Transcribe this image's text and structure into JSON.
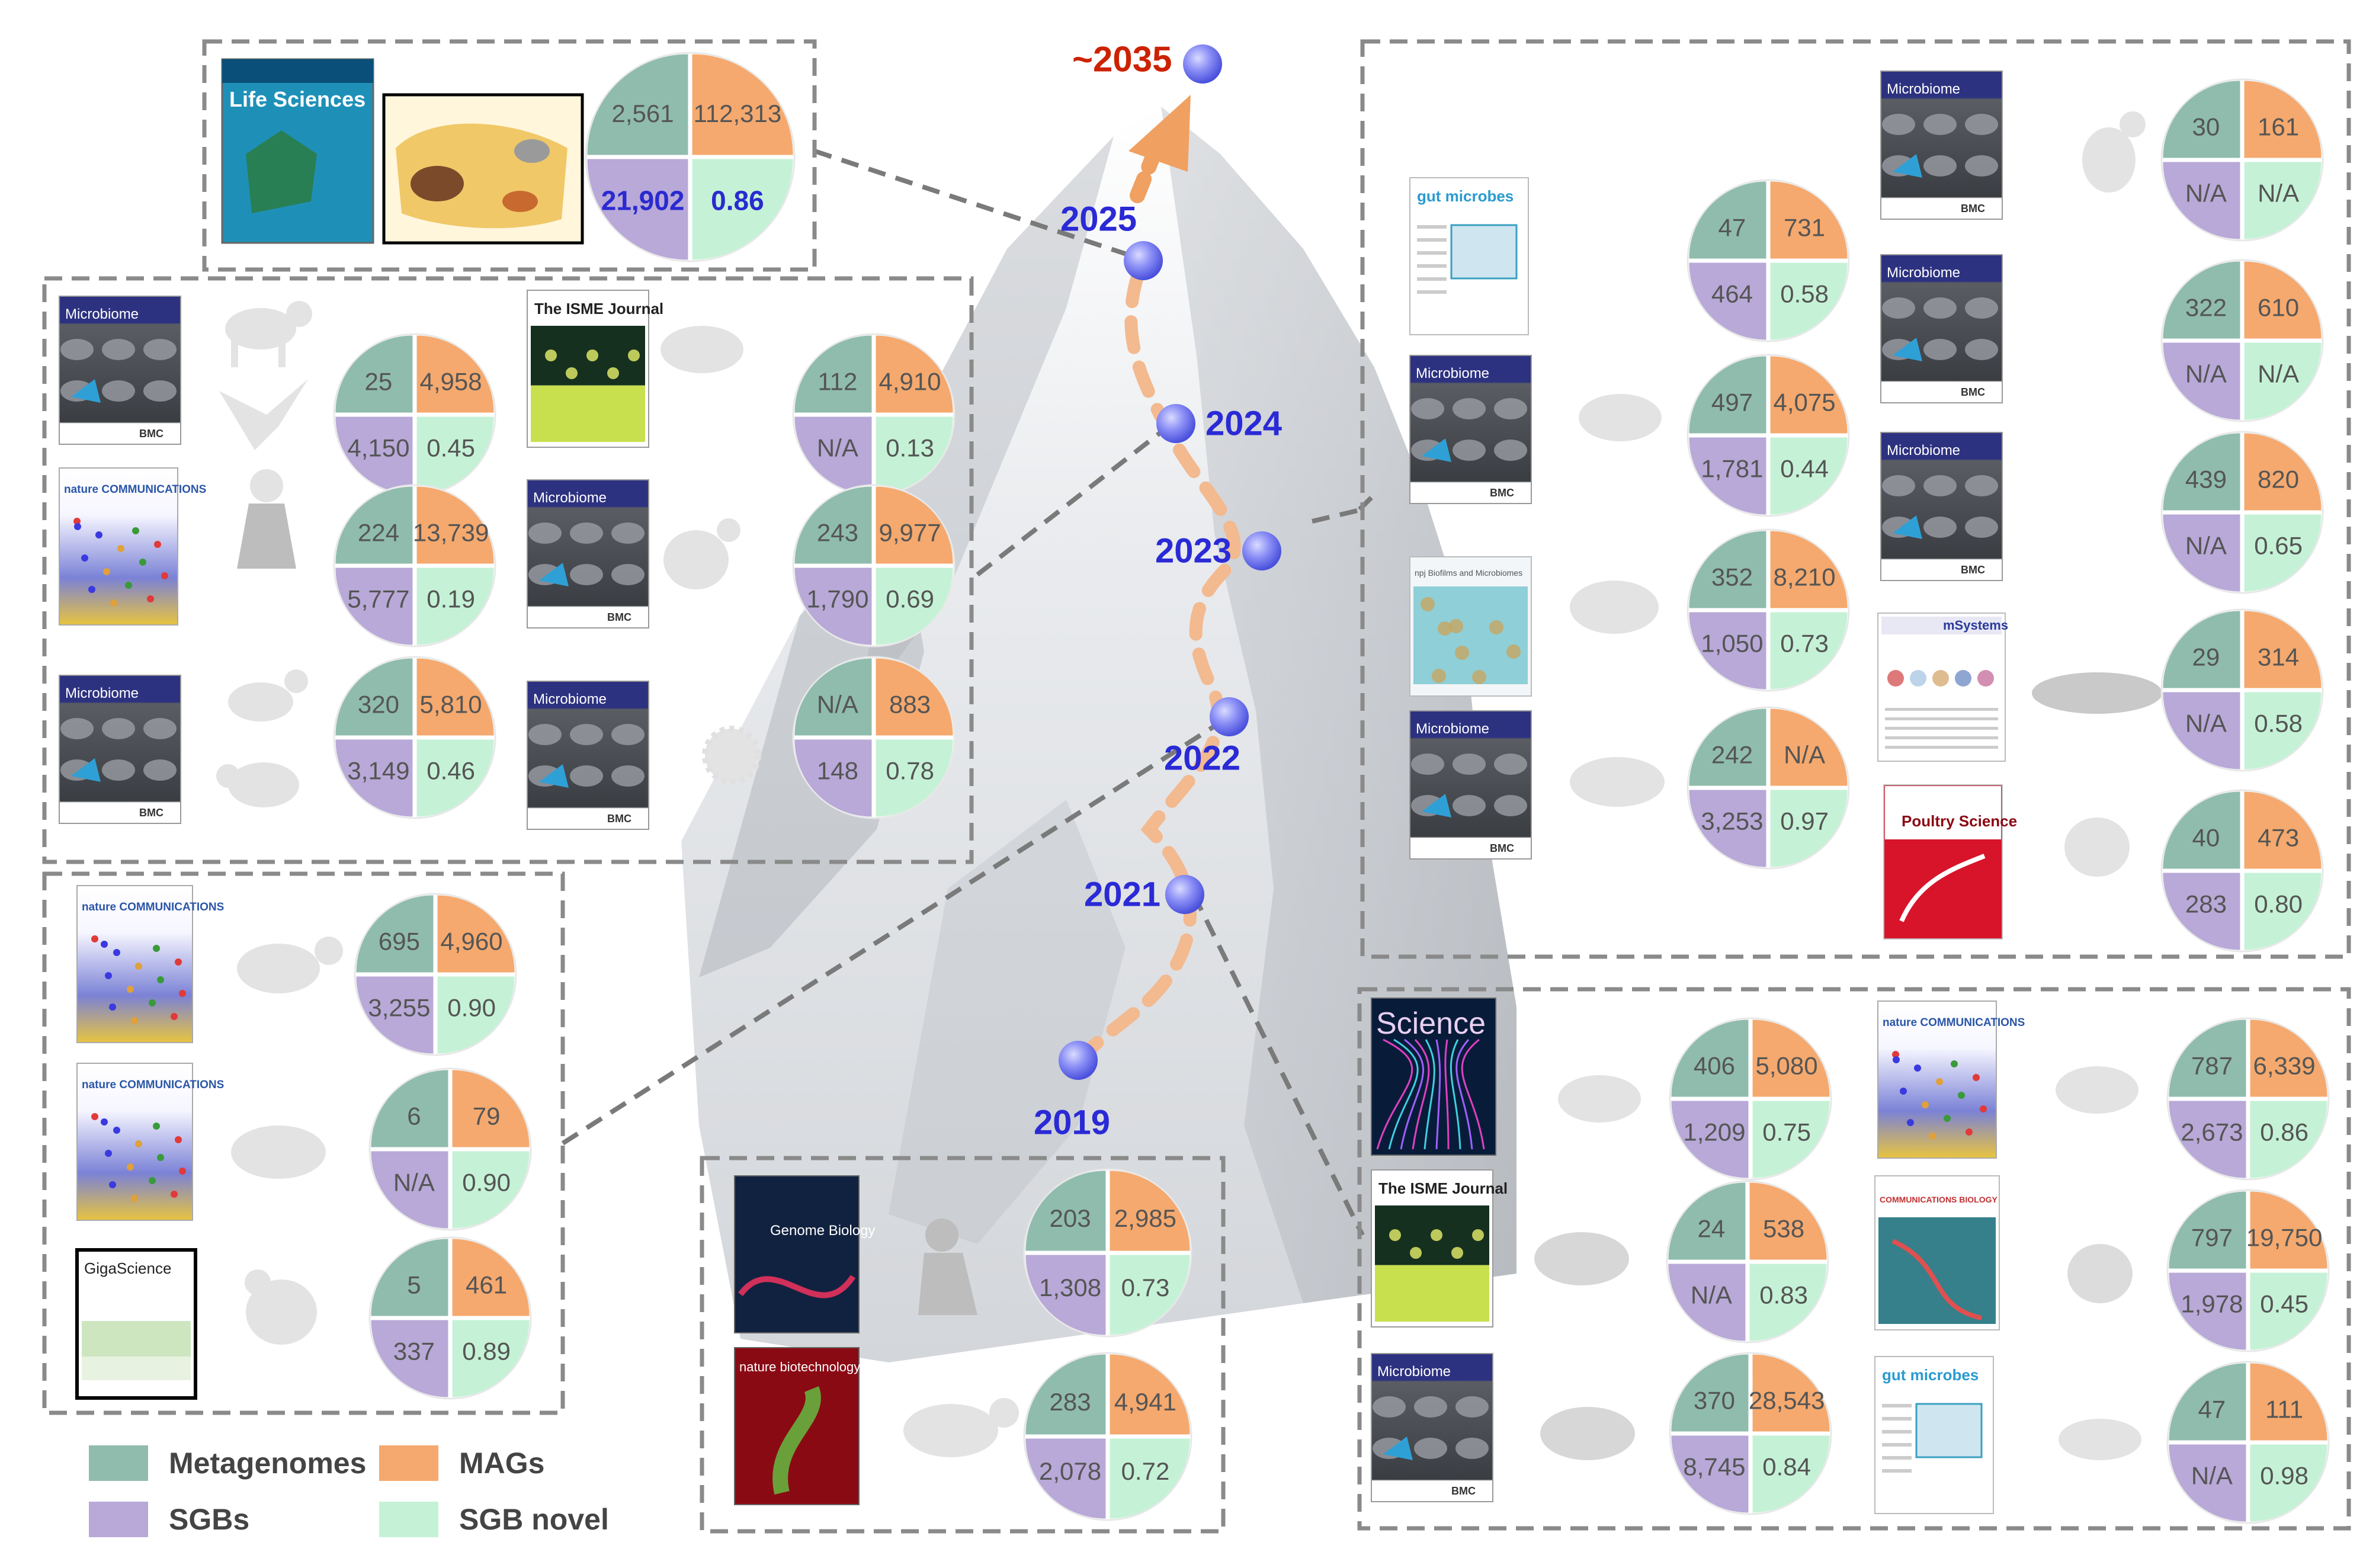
{
  "colors": {
    "metagenomes": "#8fbcad",
    "mags": "#f5a96e",
    "sgbs": "#b8a9d8",
    "sgb_novel": "#c5f2d6",
    "year_label": "#2a2ad6",
    "future_label": "#cc2200",
    "path": "#f3b98f",
    "arrow": "#f0a060"
  },
  "timeline": {
    "years": [
      "2019",
      "2021",
      "2022",
      "2023",
      "2024",
      "2025"
    ],
    "future": "~2035"
  },
  "legend": {
    "metagenomes": "Metagenomes",
    "mags": "MAGs",
    "sgbs": "SGBs",
    "sgb_novel": "SGB novel"
  },
  "journals": {
    "microbiome": "Microbiome",
    "nature_comms": "nature COMMUNICATIONS",
    "isme": "The ISME Journal",
    "gigascience": "GigaScience",
    "genome_biology": "Genome Biology",
    "nature_biotech": "nature biotechnology",
    "science": "Science",
    "gut_microbes": "gut microbes",
    "life_sciences": "Life Sciences",
    "poultry_science": "Poultry Science",
    "msystems": "mSystems",
    "comms_biology": "COMMUNICATIONS BIOLOGY",
    "biofilms": "npj Biofilms and Microbiomes",
    "bmc": "BMC"
  },
  "studies": [
    {
      "id": "life-2025",
      "values": [
        "2,561",
        "112,313",
        "21,902",
        "0.86"
      ]
    },
    {
      "id": "p2024-1",
      "values": [
        "25",
        "4,958",
        "4,150",
        "0.45"
      ]
    },
    {
      "id": "p2024-2",
      "values": [
        "112",
        "4,910",
        "N/A",
        "0.13"
      ]
    },
    {
      "id": "p2024-3",
      "values": [
        "224",
        "13,739",
        "5,777",
        "0.19"
      ]
    },
    {
      "id": "p2024-4",
      "values": [
        "243",
        "9,977",
        "1,790",
        "0.69"
      ]
    },
    {
      "id": "p2024-5",
      "values": [
        "320",
        "5,810",
        "3,149",
        "0.46"
      ]
    },
    {
      "id": "p2024-6",
      "values": [
        "N/A",
        "883",
        "148",
        "0.78"
      ]
    },
    {
      "id": "p2022-1",
      "values": [
        "695",
        "4,960",
        "3,255",
        "0.90"
      ]
    },
    {
      "id": "p2022-2",
      "values": [
        "6",
        "79",
        "N/A",
        "0.90"
      ]
    },
    {
      "id": "p2022-3",
      "values": [
        "5",
        "461",
        "337",
        "0.89"
      ]
    },
    {
      "id": "p2019-1",
      "values": [
        "203",
        "2,985",
        "1,308",
        "0.73"
      ]
    },
    {
      "id": "p2019-2",
      "values": [
        "283",
        "4,941",
        "2,078",
        "0.72"
      ]
    },
    {
      "id": "p2023-1",
      "values": [
        "47",
        "731",
        "464",
        "0.58"
      ]
    },
    {
      "id": "p2023-2",
      "values": [
        "497",
        "4,075",
        "1,781",
        "0.44"
      ]
    },
    {
      "id": "p2023-3",
      "values": [
        "352",
        "8,210",
        "1,050",
        "0.73"
      ]
    },
    {
      "id": "p2023-4",
      "values": [
        "242",
        "N/A",
        "3,253",
        "0.97"
      ]
    },
    {
      "id": "p2023-5",
      "values": [
        "30",
        "161",
        "N/A",
        "N/A"
      ]
    },
    {
      "id": "p2023-6",
      "values": [
        "322",
        "610",
        "N/A",
        "N/A"
      ]
    },
    {
      "id": "p2023-7",
      "values": [
        "439",
        "820",
        "N/A",
        "0.65"
      ]
    },
    {
      "id": "p2023-8",
      "values": [
        "29",
        "314",
        "N/A",
        "0.58"
      ]
    },
    {
      "id": "p2023-9",
      "values": [
        "40",
        "473",
        "283",
        "0.80"
      ]
    },
    {
      "id": "p2021-1",
      "values": [
        "406",
        "5,080",
        "1,209",
        "0.75"
      ]
    },
    {
      "id": "p2021-2",
      "values": [
        "24",
        "538",
        "N/A",
        "0.83"
      ]
    },
    {
      "id": "p2021-3",
      "values": [
        "370",
        "28,543",
        "8,745",
        "0.84"
      ]
    },
    {
      "id": "p2021-4",
      "values": [
        "787",
        "6,339",
        "2,673",
        "0.86"
      ]
    },
    {
      "id": "p2021-5",
      "values": [
        "797",
        "19,750",
        "1,978",
        "0.45"
      ]
    },
    {
      "id": "p2021-6",
      "values": [
        "47",
        "111",
        "N/A",
        "0.98"
      ]
    }
  ]
}
